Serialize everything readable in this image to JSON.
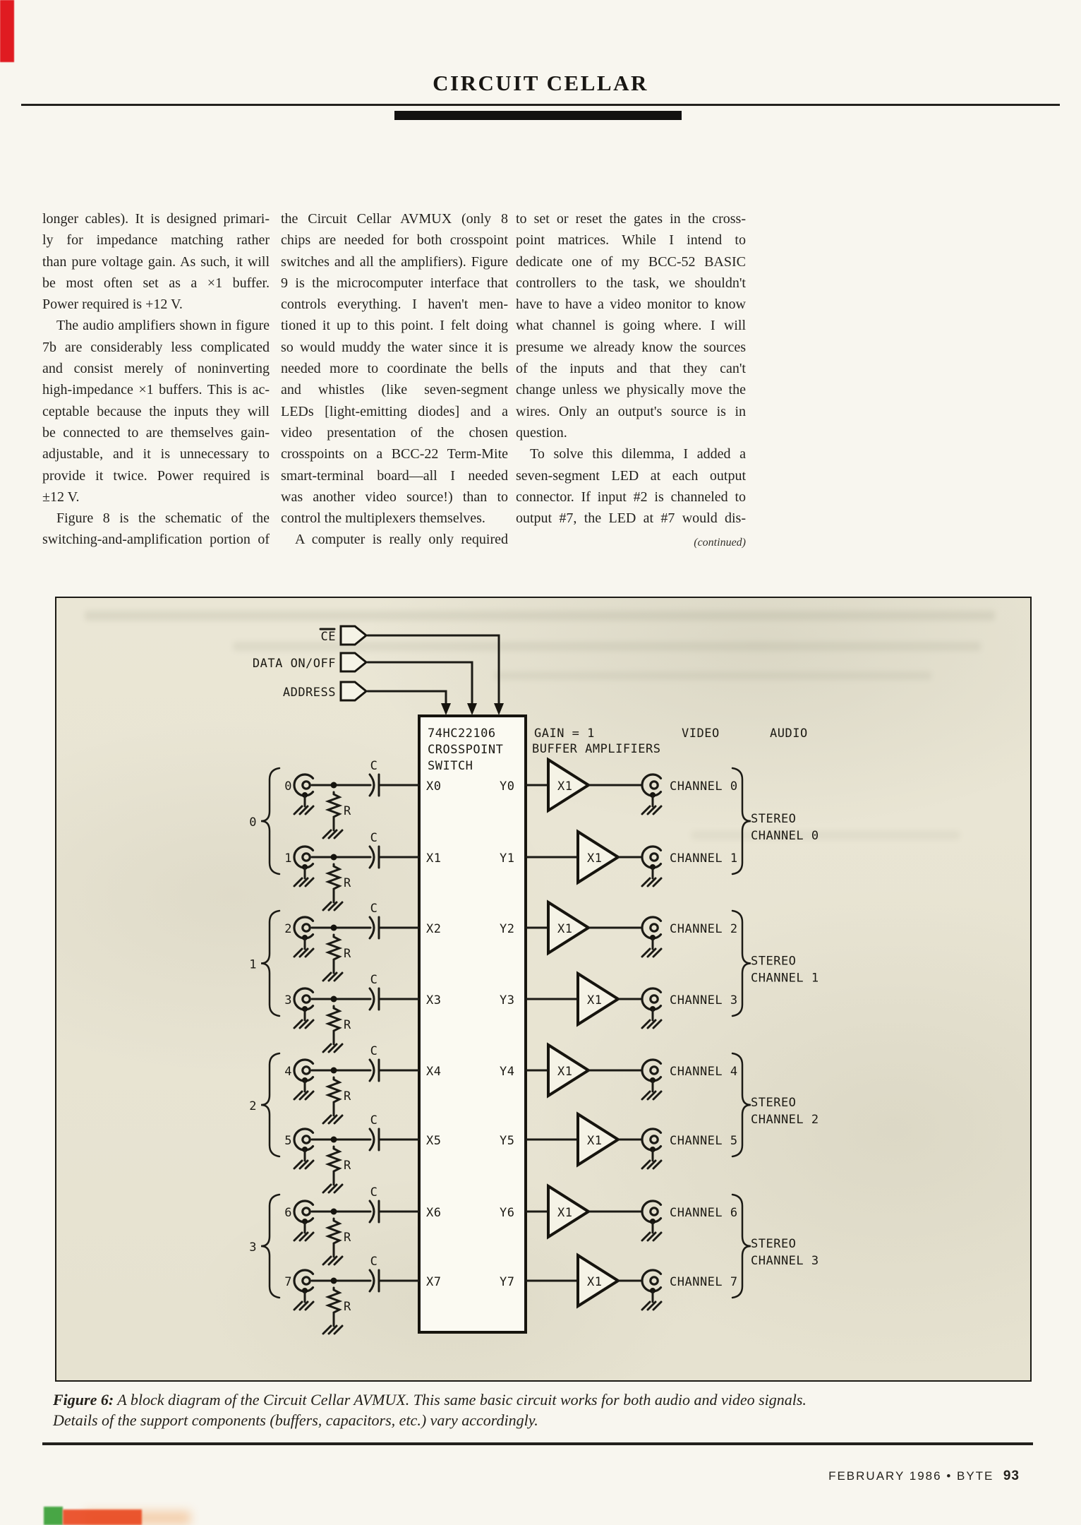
{
  "page": {
    "header": {
      "title": "CIRCUIT CELLAR"
    },
    "continued": "(continued)",
    "columns": [
      {
        "lines": [
          {
            "t": "longer cables). It is designed primari-",
            "j": 1
          },
          {
            "t": "ly for impedance matching rather",
            "j": 1
          },
          {
            "t": "than pure voltage gain. As such, it will",
            "j": 1
          },
          {
            "t": "be most often set as a ×1 buffer.",
            "j": 1
          },
          {
            "t": "Power required is +12 V.",
            "j": 0
          },
          {
            "t": "The audio amplifiers shown in figure",
            "j": 1,
            "in": 1
          },
          {
            "t": "7b are considerably less complicated",
            "j": 1
          },
          {
            "t": "and consist merely of noninverting",
            "j": 1
          },
          {
            "t": "high-impedance ×1 buffers. This is ac-",
            "j": 1
          },
          {
            "t": "ceptable because the inputs they will",
            "j": 1
          },
          {
            "t": "be connected to are themselves gain-",
            "j": 1
          },
          {
            "t": "adjustable, and it is unnecessary to",
            "j": 1
          },
          {
            "t": "provide it twice. Power required is",
            "j": 1
          },
          {
            "t": "±12 V.",
            "j": 0
          },
          {
            "t": "Figure 8 is the schematic of the",
            "j": 1,
            "in": 1
          },
          {
            "t": "switching-and-amplification portion of",
            "j": 1
          }
        ]
      },
      {
        "lines": [
          {
            "t": "the Circuit Cellar AVMUX (only 8",
            "j": 1
          },
          {
            "t": "chips are needed for both crosspoint",
            "j": 1
          },
          {
            "t": "switches and all the amplifiers). Figure",
            "j": 1
          },
          {
            "t": "9 is the microcomputer interface that",
            "j": 1
          },
          {
            "t": "controls everything. I haven't men-",
            "j": 1
          },
          {
            "t": "tioned it up to this point. I felt doing",
            "j": 1
          },
          {
            "t": "so would muddy the water since it is",
            "j": 1
          },
          {
            "t": "needed more to coordinate the bells",
            "j": 1
          },
          {
            "t": "and whistles (like seven-segment",
            "j": 1
          },
          {
            "t": "LEDs [light-emitting diodes] and a",
            "j": 1
          },
          {
            "t": "video presentation of the chosen",
            "j": 1
          },
          {
            "t": "crosspoints on a BCC-22 Term-Mite",
            "j": 1
          },
          {
            "t": "smart-terminal board—all I needed",
            "j": 1
          },
          {
            "t": "was another video source!) than to",
            "j": 1
          },
          {
            "t": "control the multiplexers themselves.",
            "j": 0
          },
          {
            "t": "A computer is really only required",
            "j": 1,
            "in": 1
          }
        ]
      },
      {
        "lines": [
          {
            "t": "to set or reset the gates in the cross-",
            "j": 1
          },
          {
            "t": "point matrices. While I intend to",
            "j": 1
          },
          {
            "t": "dedicate one of my BCC-52 BASIC",
            "j": 1
          },
          {
            "t": "controllers to the task, we shouldn't",
            "j": 1
          },
          {
            "t": "have to have a video monitor to know",
            "j": 1
          },
          {
            "t": "what channel is going where. I will",
            "j": 1
          },
          {
            "t": "presume we already know the sources",
            "j": 1
          },
          {
            "t": "of the inputs and that they can't",
            "j": 1
          },
          {
            "t": "change unless we physically move the",
            "j": 1
          },
          {
            "t": "wires. Only an output's source is in",
            "j": 1
          },
          {
            "t": "question.",
            "j": 0
          },
          {
            "t": "To solve this dilemma, I added a",
            "j": 1,
            "in": 1
          },
          {
            "t": "seven-segment LED at each output",
            "j": 1
          },
          {
            "t": "connector. If input #2 is channeled to",
            "j": 1
          },
          {
            "t": "output #7, the LED at #7 would dis-",
            "j": 1
          }
        ]
      }
    ],
    "figure": {
      "caption_lead": "Figure 6:",
      "caption_line1": " A block diagram of the Circuit Cellar AVMUX. This same basic circuit works for both audio and video signals.",
      "caption_line2": "Details of the support components (buffers, capacitors, etc.) vary accordingly."
    },
    "footer": {
      "issue": "FEBRUARY 1986",
      "bullet": "•",
      "magazine": "BYTE",
      "page_number": "93"
    }
  },
  "diagram": {
    "control_inputs": [
      {
        "label": "CE",
        "overline": true
      },
      {
        "label": "DATA ON/OFF",
        "overline": false
      },
      {
        "label": "ADDRESS",
        "overline": false
      }
    ],
    "chip": {
      "line1": "74HC22106",
      "line2": "CROSSPOINT",
      "line3": "SWITCH"
    },
    "headers": {
      "gain_line1": "GAIN = 1",
      "gain_line2": "BUFFER AMPLIFIERS",
      "video": "VIDEO",
      "audio": "AUDIO"
    },
    "component_labels": {
      "capacitor": "C",
      "resistor": "R"
    },
    "amp_label": "X1",
    "rows": [
      {
        "input": "0",
        "x": "X0",
        "y": "Y0",
        "channel": "CHANNEL 0"
      },
      {
        "input": "1",
        "x": "X1",
        "y": "Y1",
        "channel": "CHANNEL 1"
      },
      {
        "input": "2",
        "x": "X2",
        "y": "Y2",
        "channel": "CHANNEL 2"
      },
      {
        "input": "3",
        "x": "X3",
        "y": "Y3",
        "channel": "CHANNEL 3"
      },
      {
        "input": "4",
        "x": "X4",
        "y": "Y4",
        "channel": "CHANNEL 4"
      },
      {
        "input": "5",
        "x": "X5",
        "y": "Y5",
        "channel": "CHANNEL 5"
      },
      {
        "input": "6",
        "x": "X6",
        "y": "Y6",
        "channel": "CHANNEL 6"
      },
      {
        "input": "7",
        "x": "X7",
        "y": "Y7",
        "channel": "CHANNEL 7"
      }
    ],
    "input_groups": [
      "0",
      "1",
      "2",
      "3"
    ],
    "stereo_groups": [
      [
        "STEREO",
        "CHANNEL 0"
      ],
      [
        "STEREO",
        "CHANNEL 1"
      ],
      [
        "STEREO",
        "CHANNEL 2"
      ],
      [
        "STEREO",
        "CHANNEL 3"
      ]
    ]
  }
}
